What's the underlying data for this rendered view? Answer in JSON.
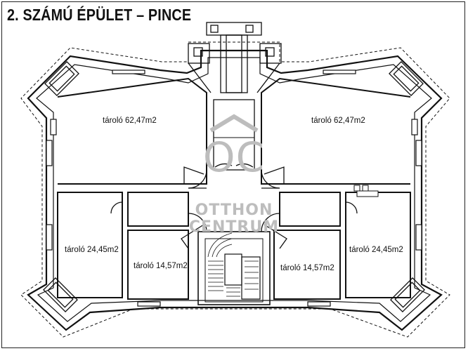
{
  "title": "2. SZÁMÚ ÉPÜLET – PINCE",
  "rooms": [
    {
      "label": "tároló 62,47m2"
    },
    {
      "label": "tároló 62,47m2"
    },
    {
      "label": "tároló 24,45m2"
    },
    {
      "label": "tároló 14,57m2"
    },
    {
      "label": "tároló 14,57m2"
    },
    {
      "label": "tároló 24,45m2"
    }
  ],
  "watermark": {
    "logo": "OC",
    "line1": "OTTHON",
    "line2": "CENTRUM",
    "color": "#bdbdbd"
  },
  "colors": {
    "wall": "#111111",
    "background": "#ffffff"
  }
}
